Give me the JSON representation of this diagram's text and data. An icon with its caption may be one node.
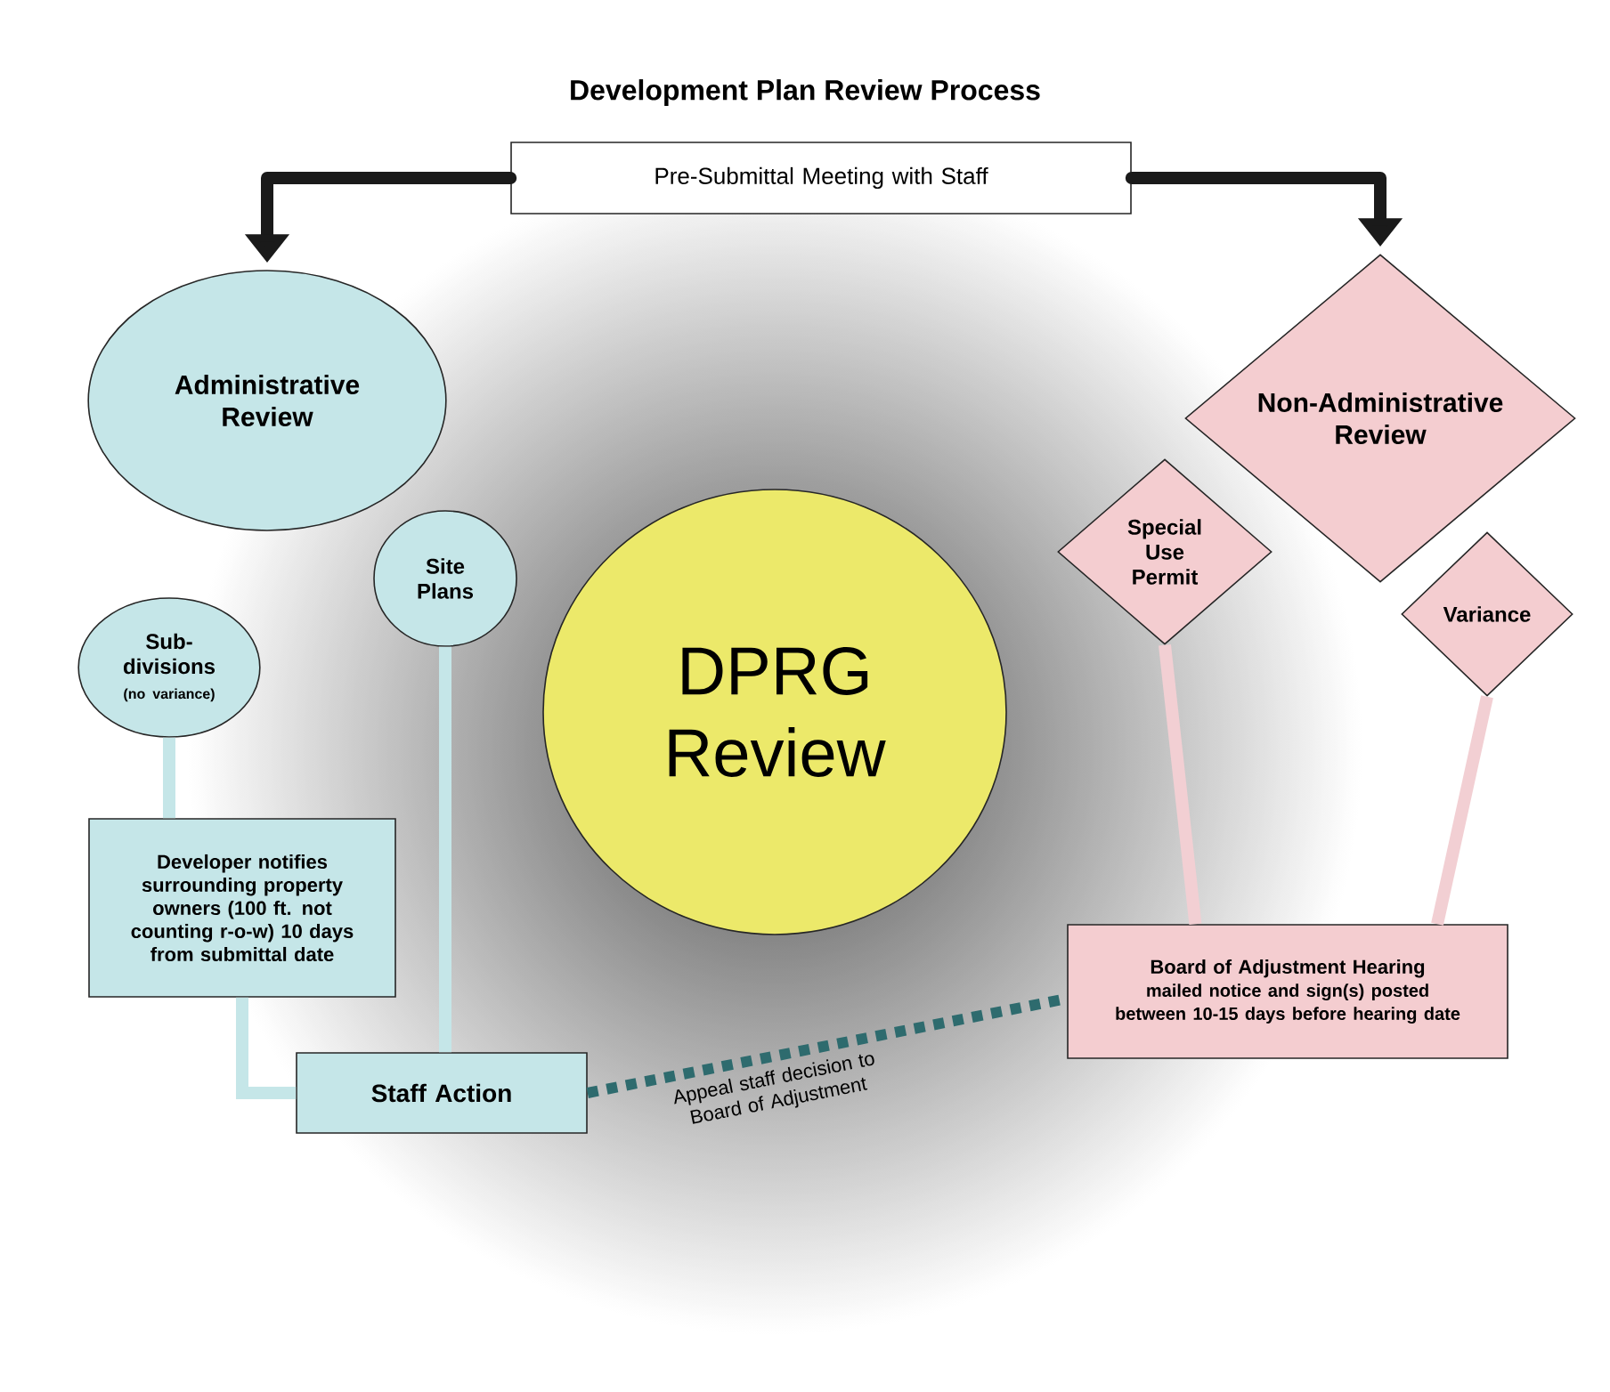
{
  "diagram": {
    "title": "Development Plan Review Process",
    "nodes": [
      {
        "text": [
          "Pre-Submittal Meeting with Staff"
        ]
      },
      {
        "text": [
          "Administrative Review"
        ]
      },
      {
        "text": [
          "Non-Administrative Review"
        ]
      },
      {
        "text": [
          "Site Plans"
        ]
      },
      {
        "text": [
          "Sub- divisions",
          "(no variance)"
        ]
      },
      {
        "text": [
          "Special Use Permit"
        ]
      },
      {
        "text": [
          "Variance"
        ]
      },
      {
        "text": [
          "DPRG Review"
        ]
      },
      {
        "text": [
          "Developer notifies surrounding property owners (100 ft. not counting r-o-w) 10 days from submittal date"
        ]
      },
      {
        "text": [
          "Board of Adjustment Hearing",
          "mailed notice and sign(s) posted between 10-15 days before hearing date"
        ]
      },
      {
        "text": [
          "Staff Action"
        ]
      }
    ],
    "edges": [
      {
        "from": 0,
        "to": 1,
        "arrow": "to",
        "color": "#1a1a1a"
      },
      {
        "from": 0,
        "to": 2,
        "arrow": "to",
        "color": "#1a1a1a"
      },
      {
        "from": 4,
        "to": 8,
        "arrow": "none"
      },
      {
        "from": 8,
        "to": 10,
        "arrow": "none"
      },
      {
        "from": 3,
        "to": 10,
        "arrow": "none"
      },
      {
        "from": 5,
        "to": 9,
        "arrow": "none",
        "color": "#f2cfd3"
      },
      {
        "from": 6,
        "to": 9,
        "arrow": "none",
        "color": "#f2cfd3"
      },
      {
        "from": 10,
        "to": 9,
        "arrow": "none",
        "style": "dashed",
        "color": "#2e6b6e",
        "label": "Appeal staff decision to Board of Adjustment"
      }
    ]
  }
}
